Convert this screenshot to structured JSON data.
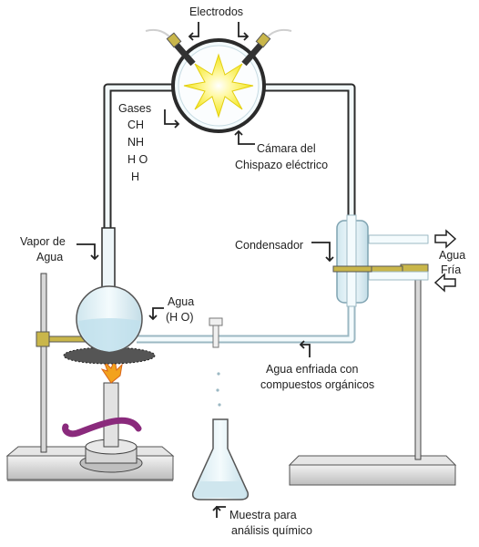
{
  "labels": {
    "electrodos": "Electrodos",
    "gases": "Gases",
    "gas_ch": "CH",
    "gas_nh": "NH",
    "gas_ho": "H O",
    "gas_h": "H",
    "camara_line1": "Cámara del",
    "camara_line2": "Chispazo eléctrico",
    "vapor_line1": "Vapor de",
    "vapor_line2": "Agua",
    "condensador": "Condensador",
    "agua_fria_line1": "Agua",
    "agua_fria_line2": "Fría",
    "agua_line1": "Agua",
    "agua_line2": "(H O)",
    "agua_enfriada_line1": "Agua enfriada con",
    "agua_enfriada_line2": "compuestos orgánicos",
    "muestra_line1": "Muestra para",
    "muestra_line2": "análisis químico"
  },
  "icons": [
    "spark-icon",
    "flame-icon",
    "arrow-right-icon",
    "arrow-left-icon"
  ],
  "colors": {
    "tube": "#2b2b2b",
    "glass": "#dfeff5",
    "spark": "#f3e61b",
    "flame": "#f2a21d",
    "hose": "#8a2a7c",
    "clamp": "#c9b64a",
    "stand": "#e9e9e9"
  }
}
